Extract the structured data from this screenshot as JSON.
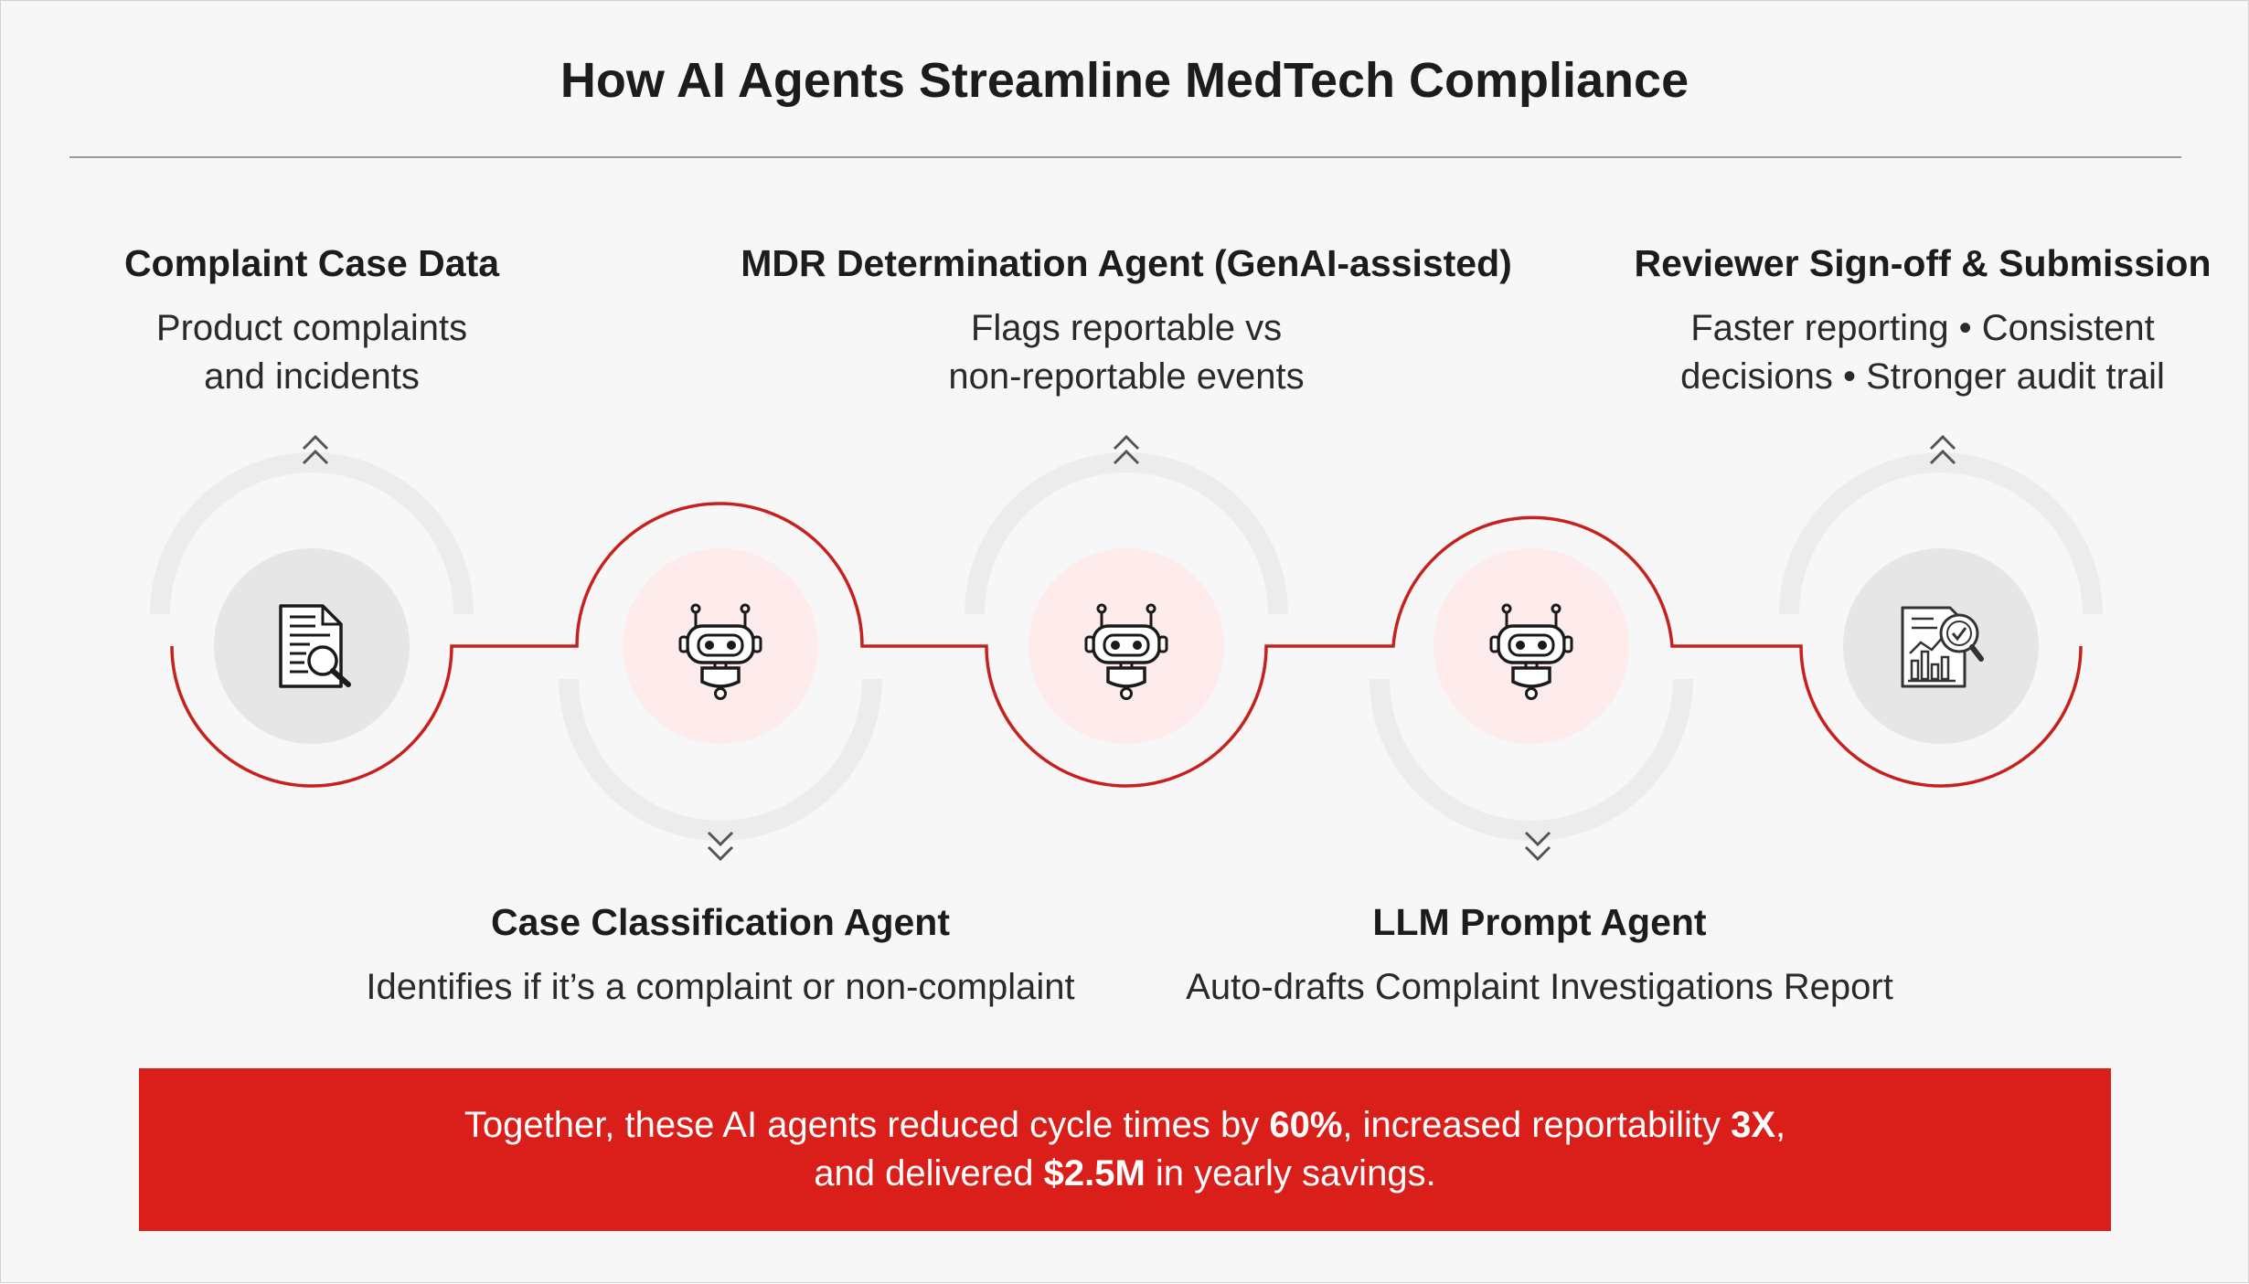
{
  "header": {
    "title": "How AI Agents Streamline MedTech Compliance"
  },
  "steps": [
    {
      "title": "Complaint Case Data",
      "desc_lines": [
        "Product complaints",
        "and incidents"
      ],
      "icon": "document-search-icon"
    },
    {
      "title": "Case Classification Agent",
      "desc_lines": [
        "Identifies if it’s a complaint or non-complaint"
      ],
      "icon": "robot-icon"
    },
    {
      "title": "MDR Determination Agent (GenAI-assisted)",
      "desc_lines": [
        "Flags reportable vs",
        "non-reportable events"
      ],
      "icon": "robot-icon"
    },
    {
      "title": "LLM Prompt Agent",
      "desc_lines": [
        "Auto-drafts Complaint Investigations Report"
      ],
      "icon": "robot-icon"
    },
    {
      "title": "Reviewer Sign-off & Submission",
      "desc_lines": [
        "Faster reporting • Consistent",
        "decisions • Stronger audit trail"
      ],
      "icon": "report-analysis-icon"
    }
  ],
  "banner": {
    "line1_pre": "Together, these AI agents reduced cycle times by ",
    "cycle_reduction": "60%",
    "line1_mid": ", increased reportability ",
    "reportability": "3X",
    "line1_post": ",",
    "line2_pre": "and delivered ",
    "savings": "$2.5M",
    "line2_post": " in yearly savings."
  },
  "colors": {
    "accent": "#da1f1a",
    "ring_gray": "#ececec",
    "node_gray": "#e6e6e6",
    "node_pink": "#fdeceb"
  }
}
